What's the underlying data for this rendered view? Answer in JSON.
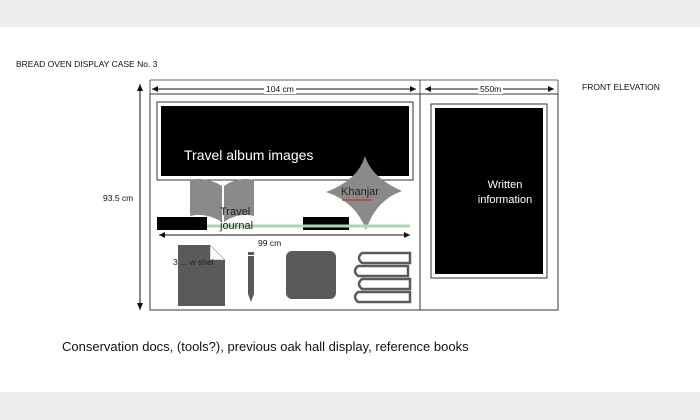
{
  "header": {
    "title": "BREAD OVEN DISPLAY CASE No. 3",
    "view_label": "FRONT ELEVATION"
  },
  "dimensions": {
    "left_width": "104 cm",
    "right_width": "550m",
    "height": "93.5 cm",
    "shelf_width": "99 cm"
  },
  "left_panel": {
    "screen_label": "Travel album images",
    "journal_label": "Travel\njournal",
    "khanjar_label": "Khanjar",
    "shelf_note": "3 ... w shel"
  },
  "right_panel": {
    "screen_label": "Written\ninformation"
  },
  "caption": "Conservation docs, (tools?), previous oak hall display, reference books",
  "colors": {
    "screen": "#000000",
    "item_gray": "#5a5a5a",
    "journal_gray": "#8a8a8a",
    "shelf_green": "#a8d8b0",
    "khanjar_red": "#c0392b"
  }
}
